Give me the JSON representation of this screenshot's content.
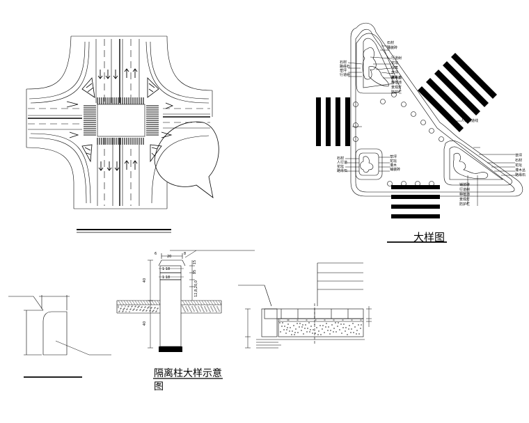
{
  "title_enlarged": "大样图",
  "title_bollard": "隔离柱大样示意",
  "title_bollard_line2": "图",
  "dims_bollard": [
    "20",
    "1 18",
    "1 18",
    "40",
    "40",
    "15",
    "15",
    "12,8,20,0"
  ],
  "dim_top_left": "6",
  "dim_top_right": "8",
  "island_labels": {
    "top_island": [
      "石材",
      "铺装砖",
      "行道树",
      "花坛",
      "绿篱",
      "草坪",
      "路缘石",
      "灌木丛",
      "种植池",
      "景观灯",
      "防护栏"
    ],
    "left_island": [
      "石材",
      "路缘石",
      "草坪",
      "行道树"
    ],
    "small_island": [
      "石材",
      "人行道",
      "花坛",
      "路缘石",
      "草坪",
      "花坛",
      "灌木",
      "铺装砖"
    ],
    "right_island": [
      "草坪",
      "石材",
      "花坛",
      "灌木丛",
      "路缘石",
      "铺装砖",
      "行道树",
      "种植池",
      "景观灯",
      "防护栏"
    ],
    "bollard_note": "人行横道线"
  }
}
